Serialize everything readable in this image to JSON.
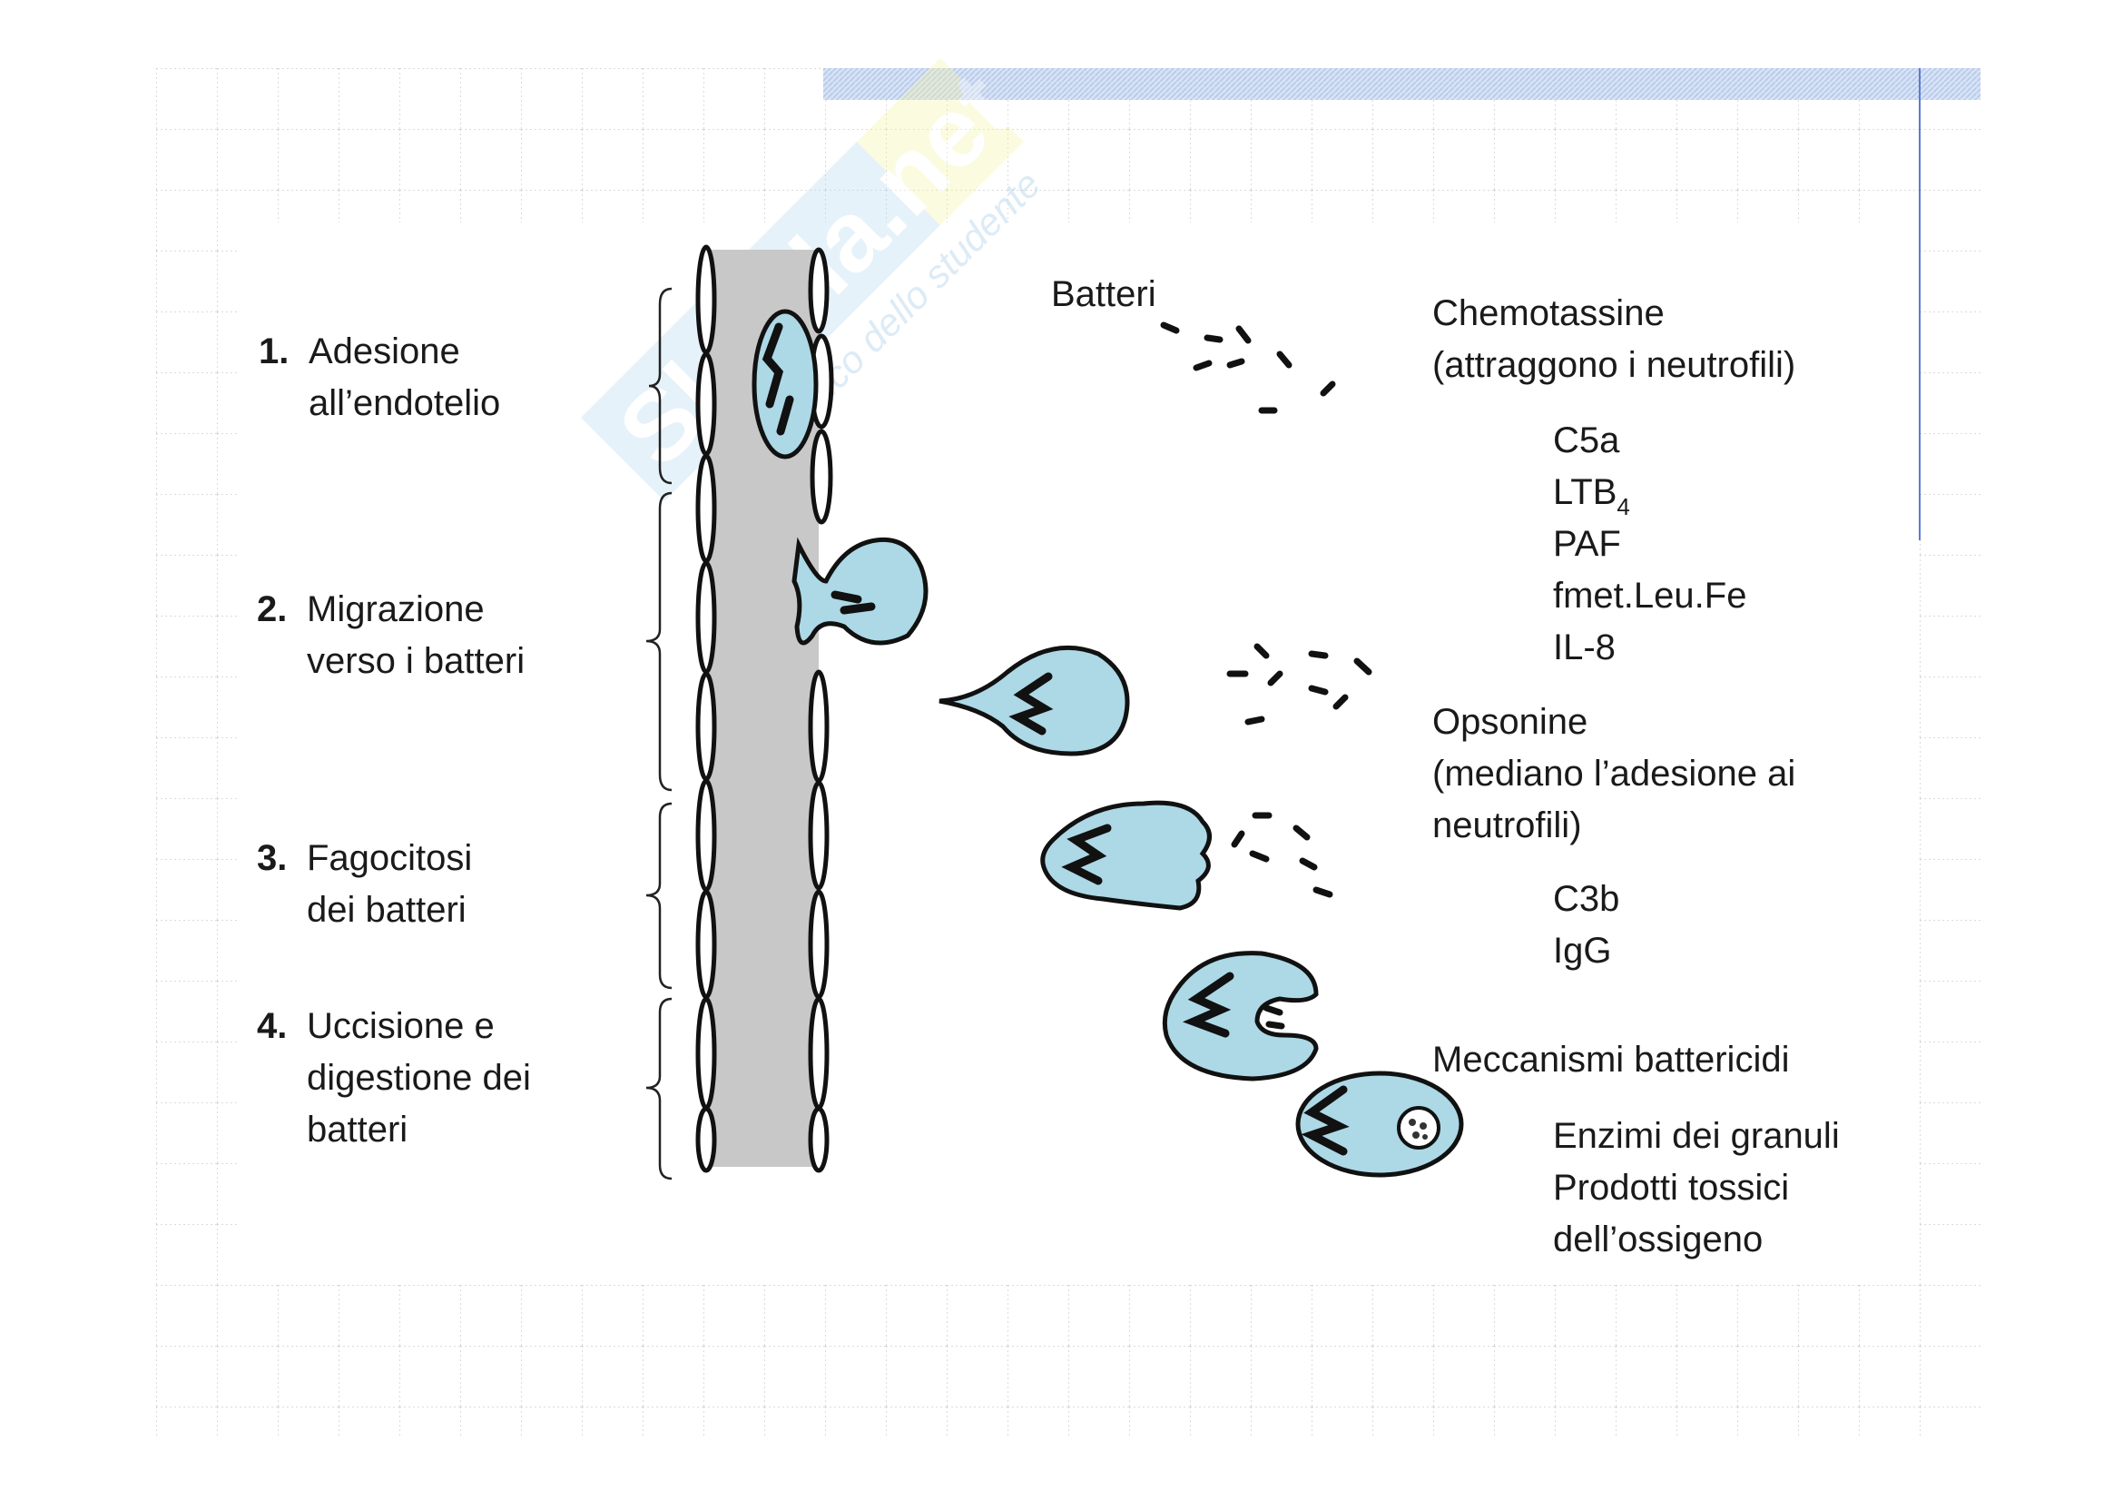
{
  "watermark": {
    "logo_text": "Skuola.net",
    "tagline": "al fianco dello studente"
  },
  "colors": {
    "cell_fill": "#add8e6",
    "vessel": "#c8c8c8",
    "header_bar": "#c7d6f0",
    "accent_line": "#5b7bd6"
  },
  "steps": [
    {
      "number": "1.",
      "lines": [
        "Adesione",
        "all’endotelio"
      ]
    },
    {
      "number": "2.",
      "lines": [
        "Migrazione",
        "verso i batteri"
      ]
    },
    {
      "number": "3.",
      "lines": [
        "Fagocitosi",
        "dei batteri"
      ]
    },
    {
      "number": "4.",
      "lines": [
        "Uccisione e",
        "digestione dei",
        "batteri"
      ]
    }
  ],
  "bacteria_label": "Batteri",
  "chemotaxins": {
    "title": "Chemotassine",
    "subtitle": "(attraggono i neutrofili)",
    "items": [
      "C5a",
      "LTB",
      "PAF",
      "fmet.Leu.Fe",
      "IL-8"
    ],
    "ltb_subscript": "4"
  },
  "opsonins": {
    "title": "Opsonine",
    "subtitle_lines": [
      "(mediano l’adesione ai",
      "neutrofili)"
    ],
    "items": [
      "C3b",
      "IgG"
    ]
  },
  "bactericidal": {
    "title": "Meccanismi battericidi",
    "items": [
      "Enzimi dei granuli",
      "Prodotti tossici",
      "dell’ossigeno"
    ]
  }
}
